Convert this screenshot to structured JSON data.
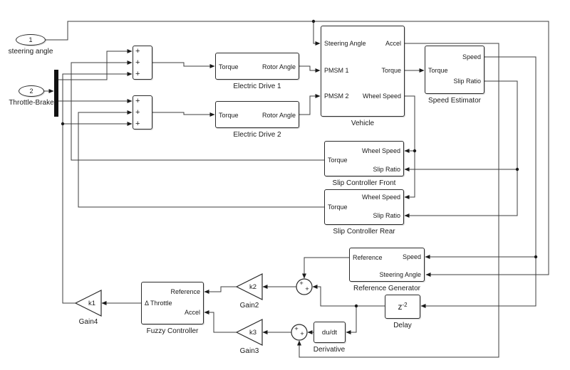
{
  "colors": {
    "wire": "#3c3c3c",
    "block_border": "#2b2b2b",
    "background": "#ffffff"
  },
  "plus": "+",
  "inports": {
    "steering": {
      "num": "1",
      "label": "steering angle"
    },
    "throttle": {
      "num": "2",
      "label": "Throttle-Brake"
    }
  },
  "blocks": {
    "ed1": {
      "caption": "Electric Drive 1",
      "in": "Torque",
      "out": "Rotor Angle"
    },
    "ed2": {
      "caption": "Electric Drive 2",
      "in": "Torque",
      "out": "Rotor Angle"
    },
    "vehicle": {
      "caption": "Vehicle",
      "in1": "Steering Angle",
      "in2": "PMSM 1",
      "in3": "PMSM 2",
      "out1": "Accel",
      "out2": "Torque",
      "out3": "Wheel Speed"
    },
    "speed_estimator": {
      "caption": "Speed Estimator",
      "in": "Torque",
      "out1": "Speed",
      "out2": "Slip Ratio"
    },
    "slip_front": {
      "caption": "Slip Controller Front",
      "out": "Torque",
      "in1": "Wheel Speed",
      "in2": "Slip Ratio"
    },
    "slip_rear": {
      "caption": "Slip Controller Rear",
      "out": "Torque",
      "in1": "Wheel Speed",
      "in2": "Slip Ratio"
    },
    "ref_gen": {
      "caption": "Reference Generator",
      "out": "Reference",
      "in1": "Speed",
      "in2": "Steering Angle"
    },
    "delay": {
      "caption": "Delay",
      "base": "z",
      "exp": "-2"
    },
    "derivative": {
      "caption": "Derivative",
      "expr": "du/dt"
    },
    "fuzzy": {
      "caption": "Fuzzy Controller",
      "in1": "Reference",
      "in2": "Accel",
      "out": "Δ Throttle"
    },
    "gain1": {
      "text": "k1",
      "caption": "Gain4"
    },
    "gain2": {
      "text": "k2",
      "caption": "Gain2"
    },
    "gain3": {
      "text": "k3",
      "caption": "Gain3"
    }
  }
}
